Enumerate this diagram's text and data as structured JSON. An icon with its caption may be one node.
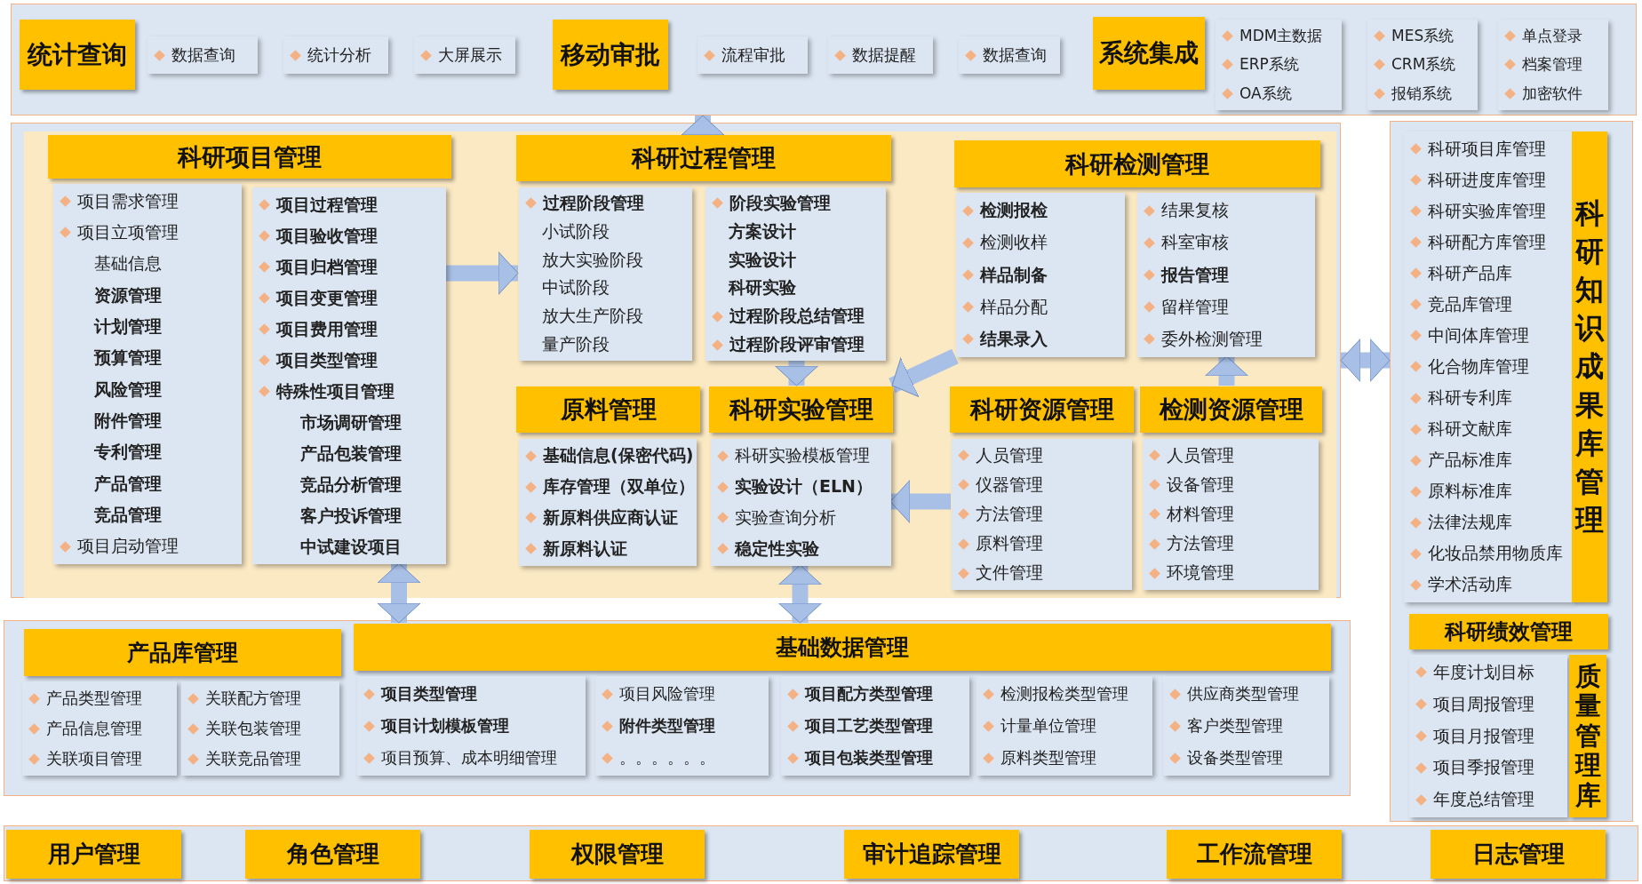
{
  "diagram": {
    "nodes": [
      {
        "text": [],
        "shape": "box"
      },
      {
        "text": [
          "统计查询"
        ],
        "in": 0
      },
      {
        "text": [
          "数据查询"
        ],
        "in": 0
      },
      {
        "text": [
          "统计分析"
        ],
        "in": 0
      },
      {
        "text": [
          "大屏展示"
        ],
        "in": 0
      },
      {
        "text": [
          "移动审批"
        ],
        "in": 0
      },
      {
        "text": [
          "流程审批"
        ],
        "in": 0
      },
      {
        "text": [
          "数据提醒"
        ],
        "in": 0
      },
      {
        "text": [
          "数据查询"
        ],
        "in": 0
      },
      {
        "text": [
          "系统集成"
        ],
        "in": 0
      },
      {
        "text": [
          "MDM主数据",
          "ERP系统",
          "OA系统"
        ],
        "in": 0
      },
      {
        "text": [
          "MES系统",
          "CRM系统",
          "报销系统"
        ],
        "in": 0
      },
      {
        "text": [
          "单点登录",
          "档案管理",
          "加密软件"
        ],
        "in": 0
      },
      {
        "text": [],
        "shape": "box"
      },
      {
        "text": [],
        "shape": "box",
        "in": 13
      },
      {
        "text": [
          "科研项目管理"
        ],
        "in": 14
      },
      {
        "text": [
          "项目需求管理",
          "项目立项管理",
          "基础信息",
          "资源管理",
          "计划管理",
          "预算管理",
          "风险管理",
          "附件管理",
          "专利管理",
          "产品管理",
          "竞品管理",
          "项目启动管理"
        ],
        "in": 14
      },
      {
        "text": [
          "项目过程管理",
          "项目验收管理",
          "项目归档管理",
          "项目变更管理",
          "项目费用管理",
          "项目类型管理",
          "特殊性项目管理",
          "市场调研管理",
          "产品包装管理",
          "竞品分析管理",
          "客户投诉管理",
          "中试建设项目"
        ],
        "in": 14
      },
      {
        "text": [
          "科研过程管理"
        ],
        "in": 14
      },
      {
        "text": [
          "过程阶段管理",
          "小试阶段",
          "放大实验阶段",
          "中试阶段",
          "放大生产阶段",
          "量产阶段"
        ],
        "in": 14
      },
      {
        "text": [
          "阶段实验管理",
          "方案设计",
          "实验设计",
          "科研实验",
          "过程阶段总结管理",
          "过程阶段评审管理"
        ],
        "in": 14
      },
      {
        "text": [
          "科研检测管理"
        ],
        "in": 14
      },
      {
        "text": [
          "检测报检",
          "检测收样",
          "样品制备",
          "样品分配",
          "结果录入"
        ],
        "in": 14
      },
      {
        "text": [
          "结果复核",
          "科室审核",
          "报告管理",
          "留样管理",
          "委外检测管理"
        ],
        "in": 14
      },
      {
        "text": [
          "原料管理"
        ],
        "in": 14
      },
      {
        "text": [
          "基础信息(保密代码)",
          "库存管理（双单位）",
          "新原料供应商认证",
          "新原料认证"
        ],
        "in": 14
      },
      {
        "text": [
          "科研实验管理"
        ],
        "in": 14
      },
      {
        "text": [
          "科研实验模板管理",
          "实验设计（ELN）",
          "实验查询分析",
          "稳定性实验"
        ],
        "in": 14
      },
      {
        "text": [
          "科研资源管理"
        ],
        "in": 14
      },
      {
        "text": [
          "人员管理",
          "仪器管理",
          "方法管理",
          "原料管理",
          "文件管理"
        ],
        "in": 14
      },
      {
        "text": [
          "检测资源管理"
        ],
        "in": 14
      },
      {
        "text": [
          "人员管理",
          "设备管理",
          "材料管理",
          "方法管理",
          "环境管理"
        ],
        "in": 14
      },
      {
        "text": [],
        "shape": "box"
      },
      {
        "text": [
          "科研项目库管理",
          "科研进度库管理",
          "科研实验库管理",
          "科研配方库管理",
          "科研产品库",
          "竞品库管理",
          "中间体库管理",
          "化合物库管理",
          "科研专利库",
          "科研文献库",
          "产品标准库",
          "原料标准库",
          "法律法规库",
          "化妆品禁用物质库",
          "学术活动库"
        ],
        "in": 32
      },
      {
        "text": [
          "科研知识成果库管理"
        ],
        "in": 32
      },
      {
        "text": [
          "科研绩效管理"
        ],
        "in": 32
      },
      {
        "text": [
          "年度计划目标",
          "项目周报管理",
          "项目月报管理",
          "项目季报管理",
          "年度总结管理"
        ],
        "in": 32
      },
      {
        "text": [
          "质量管理库"
        ],
        "in": 32
      },
      {
        "text": [],
        "shape": "box"
      },
      {
        "text": [
          "产品库管理"
        ],
        "in": 38
      },
      {
        "text": [
          "产品类型管理",
          "产品信息管理",
          "关联项目管理"
        ],
        "in": 38
      },
      {
        "text": [
          "关联配方管理",
          "关联包装管理",
          "关联竞品管理"
        ],
        "in": 38
      },
      {
        "text": [
          "基础数据管理"
        ],
        "in": 38
      },
      {
        "text": [
          "项目类型管理",
          "项目计划模板管理",
          "项目预算、成本明细管理"
        ],
        "in": 38
      },
      {
        "text": [
          "项目风险管理",
          "附件类型管理",
          "。。。。。。"
        ],
        "in": 38
      },
      {
        "text": [
          "项目配方类型管理",
          "项目工艺类型管理",
          "项目包装类型管理"
        ],
        "in": 38
      },
      {
        "text": [
          "检测报检类型管理",
          "计量单位管理",
          "原料类型管理"
        ],
        "in": 38
      },
      {
        "text": [
          "供应商类型管理",
          "客户类型管理",
          "设备类型管理"
        ],
        "in": 38
      },
      {
        "text": [],
        "shape": "box"
      },
      {
        "text": [
          "用户管理"
        ],
        "in": 48
      },
      {
        "text": [
          "角色管理"
        ],
        "in": 48
      },
      {
        "text": [
          "权限管理"
        ],
        "in": 48
      },
      {
        "text": [
          "审计追踪管理"
        ],
        "in": 48
      },
      {
        "text": [
          "工作流管理"
        ],
        "in": 48
      },
      {
        "text": [
          "日志管理"
        ],
        "in": 48
      }
    ],
    "edges": [
      {
        "from": 18,
        "to": 0,
        "arrow": "to"
      },
      {
        "from": 17,
        "to": 19,
        "arrow": "to"
      },
      {
        "from": 20,
        "to": 26,
        "arrow": "to"
      },
      {
        "from": 22,
        "to": 26,
        "arrow": "to"
      },
      {
        "from": 29,
        "to": 27,
        "arrow": "to"
      },
      {
        "from": 30,
        "to": 23,
        "arrow": "to"
      },
      {
        "from": 17,
        "to": 42,
        "arrow": "both"
      },
      {
        "from": 27,
        "to": 42,
        "arrow": "both"
      },
      {
        "from": 13,
        "to": 32,
        "arrow": "both"
      }
    ]
  }
}
